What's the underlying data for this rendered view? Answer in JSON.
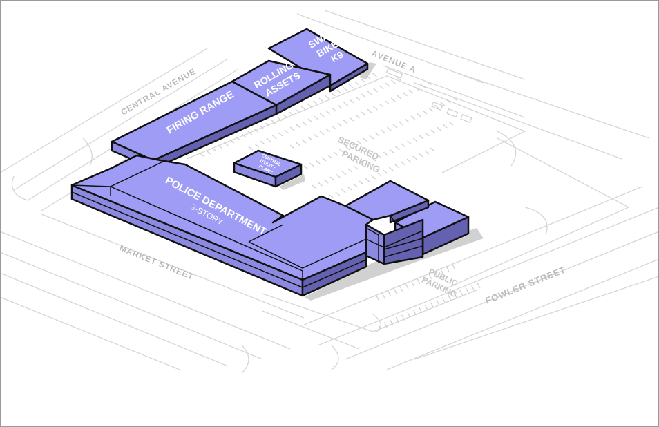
{
  "streets": {
    "central_avenue": "CENTRAL AVENUE",
    "avenue_a": "AVENUE A",
    "market_street": "MARKET STREET",
    "fowler_street": "FOWLER STREET"
  },
  "buildings": {
    "police_department": {
      "line1": "POLICE DEPARTMENT",
      "line2": "3-STORY"
    },
    "firing_range": {
      "line1": "FIRING RANGE"
    },
    "rolling_assets": {
      "line1": "ROLLING",
      "line2": "ASSETS"
    },
    "swat_bike_k9": {
      "line1": "SWAT/",
      "line2": "BIKE/",
      "line3": "K9"
    },
    "central_utility_plant": {
      "line1": "CENTRAL",
      "line2": "UTILITY",
      "line3": "PLANT"
    }
  },
  "parking": {
    "secured": {
      "line1": "SECURED",
      "line2": "PARKING"
    },
    "public": {
      "line1": "PUBLIC",
      "line2": "PARKING"
    }
  },
  "colors": {
    "building_top": "#9f9cf5",
    "building_side_light": "#8c89e0",
    "building_side_dark": "#6461b0",
    "outline": "#111111",
    "street_linework": "#d6d6d6"
  }
}
